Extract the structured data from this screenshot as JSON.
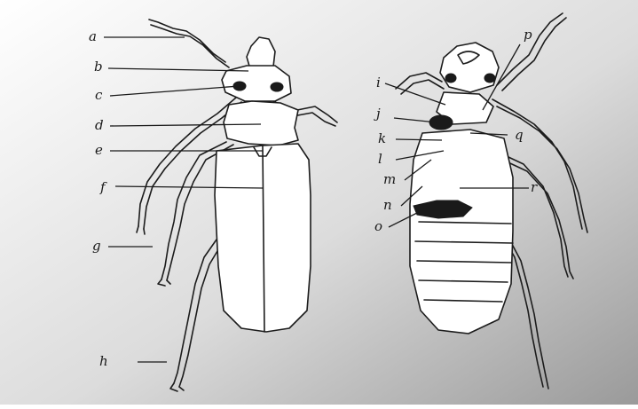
{
  "figure": {
    "background_gradient": [
      "#ffffff",
      "#9a9a9a"
    ],
    "ink_color": "#1c1c1c"
  },
  "labels": {
    "a": "a",
    "b": "b",
    "c": "c",
    "d": "d",
    "e": "e",
    "f": "f",
    "g": "g",
    "h": "h",
    "i": "i",
    "j": "j",
    "k": "k",
    "l": "l",
    "m": "m",
    "n": "n",
    "o": "o",
    "p": "p",
    "q": "q",
    "r": "r"
  }
}
